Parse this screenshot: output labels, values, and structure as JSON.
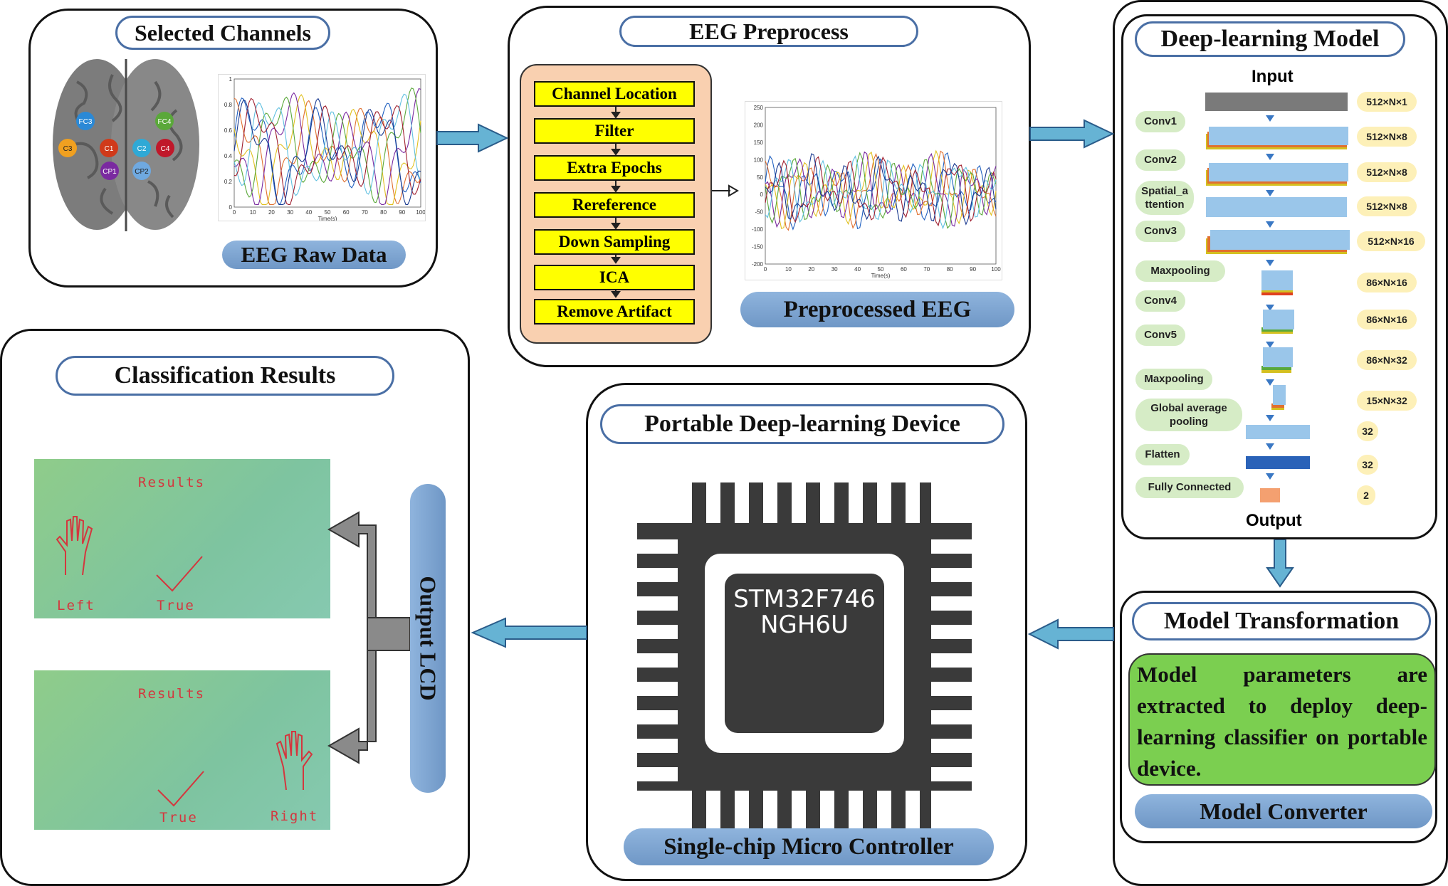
{
  "panels": {
    "selected_channels": {
      "title": "Selected Channels",
      "subtitle": "EEG Raw Data",
      "channels": [
        "FC3",
        "FC4",
        "C3",
        "C1",
        "C2",
        "C4",
        "CP1",
        "CP2"
      ],
      "raw_plot": {
        "x_ticks": [
          "0",
          "10",
          "20",
          "30",
          "40",
          "50",
          "60",
          "70",
          "80",
          "90",
          "100"
        ],
        "y_ticks": [
          "0",
          "0.2",
          "0.4",
          "0.6",
          "0.8",
          "1"
        ],
        "x_label": "Time(s)"
      }
    },
    "eeg_preprocess": {
      "title": "EEG Preprocess",
      "steps": [
        "Channel Location",
        "Filter",
        "Extra Epochs",
        "Rereference",
        "Down Sampling",
        "ICA",
        "Remove Artifact"
      ],
      "output_label": "Preprocessed EEG",
      "plot": {
        "x_ticks": [
          "0",
          "10",
          "20",
          "30",
          "40",
          "50",
          "60",
          "70",
          "80",
          "90",
          "100"
        ],
        "y_ticks": [
          "250",
          "200",
          "150",
          "100",
          "50",
          "0",
          "-50",
          "-100",
          "-150",
          "-200"
        ],
        "x_label": "Time(s)"
      }
    },
    "deep_learning_model": {
      "title": "Deep-learning Model",
      "input_label": "Input",
      "output_label": "Output",
      "layers": [
        "Conv1",
        "Conv2",
        "Spatial_attention",
        "Conv3",
        "Maxpooling",
        "Conv4",
        "Conv5",
        "Maxpooling",
        "Global average pooling",
        "Flatten",
        "Fully Connected"
      ],
      "layer_display": [
        "Conv1",
        "Conv2",
        "Spatial_a\nttention",
        "Conv3",
        "Maxpooling",
        "Conv4",
        "Conv5",
        "Maxpooling",
        "Global average\npooling",
        "Flatten",
        "Fully Connected"
      ],
      "shapes": [
        "512×N×1",
        "512×N×8",
        "512×N×8",
        "512×N×8",
        "512×N×16",
        "86×N×16",
        "86×N×16",
        "86×N×32",
        "15×N×32",
        "32",
        "32",
        "2"
      ]
    },
    "model_transformation": {
      "title": "Model Transformation",
      "description": "Model parameters are extracted to deploy deep-learning classifier on portable device.",
      "footer": "Model Converter"
    },
    "portable_device": {
      "title": "Portable Deep-learning Device",
      "chip_line1": "STM32F746",
      "chip_line2": "NGH6U",
      "footer": "Single-chip Micro Controller"
    },
    "classification_results": {
      "title": "Classification Results",
      "output_label": "Output LCD",
      "screen1": {
        "heading": "Results",
        "left_label": "Left",
        "right_label": "True"
      },
      "screen2": {
        "heading": "Results",
        "left_label": "True",
        "right_label": "Right"
      }
    }
  },
  "colors": {
    "arrow_fill": "#66b3d4",
    "pill_blue": "#7fa7d6",
    "step_yellow": "#ffff00",
    "preprocess_bg": "#f9d0b0",
    "model_green": "#7bcf50",
    "chip_dark": "#3a3a3a"
  }
}
